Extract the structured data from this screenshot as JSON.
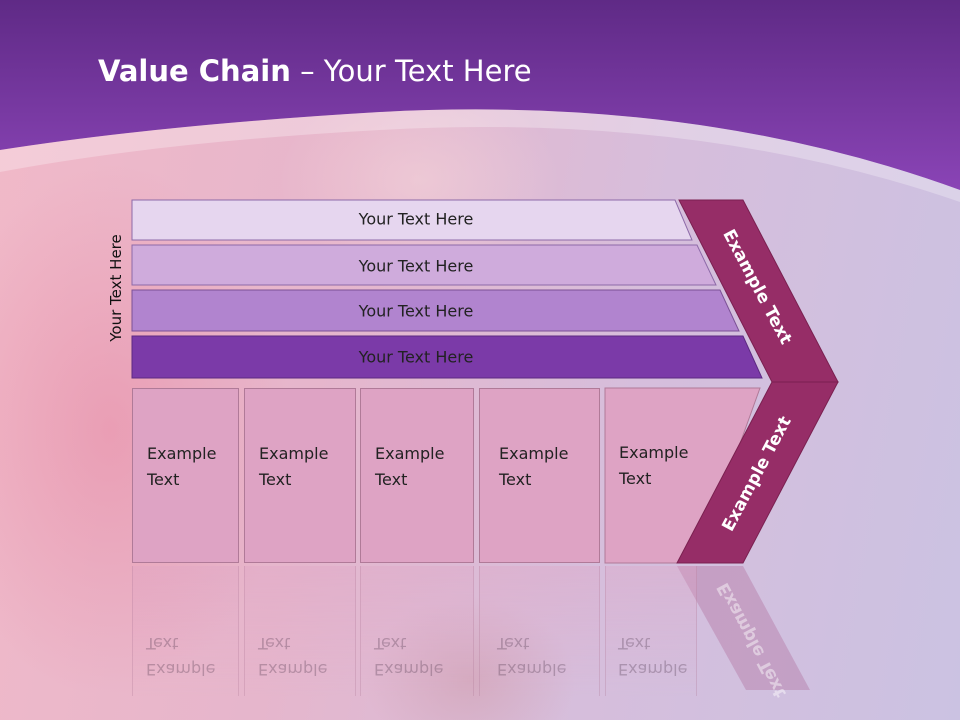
{
  "title": {
    "bold": "Value Chain",
    "rest": " – Your Text Here"
  },
  "side_label": "Your Text Here",
  "bars": [
    {
      "label": "Your Text Here"
    },
    {
      "label": "Your Text Here"
    },
    {
      "label": "Your Text Here"
    },
    {
      "label": "Your Text Here"
    }
  ],
  "boxes": [
    {
      "line1": "Example",
      "line2": "Text"
    },
    {
      "line1": "Example",
      "line2": "Text"
    },
    {
      "line1": "Example",
      "line2": "Text"
    },
    {
      "line1": "Example",
      "line2": "Text"
    },
    {
      "line1": "Example",
      "line2": "Text"
    }
  ],
  "chevron": {
    "upper": "Example Text",
    "lower": "Example Text"
  },
  "colors": {
    "header": "#7a3aa5",
    "bar1": "#e6d6ef",
    "bar2": "#cfabdc",
    "bar3": "#b184cf",
    "bar4": "#7b3aa8",
    "box": "#dea3c4",
    "chevron": "#962d67"
  }
}
